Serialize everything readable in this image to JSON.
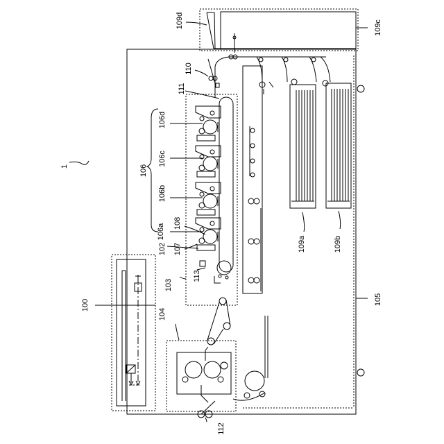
{
  "labels": {
    "apparatus": "1",
    "reader": "100",
    "exposure": "102",
    "image_forming_section": "103",
    "fixing_section": "104",
    "housing": "105",
    "process_units": "106",
    "unit_a": "106a",
    "unit_b": "106b",
    "unit_c": "106c",
    "unit_d": "106d",
    "developing": "107",
    "photoreceptor": "108",
    "tray_a": "109a",
    "tray_b": "109b",
    "tray_c": "109c",
    "tray_d": "109d",
    "transport": "110",
    "belt": "111",
    "discharge": "112",
    "transfer": "113"
  }
}
